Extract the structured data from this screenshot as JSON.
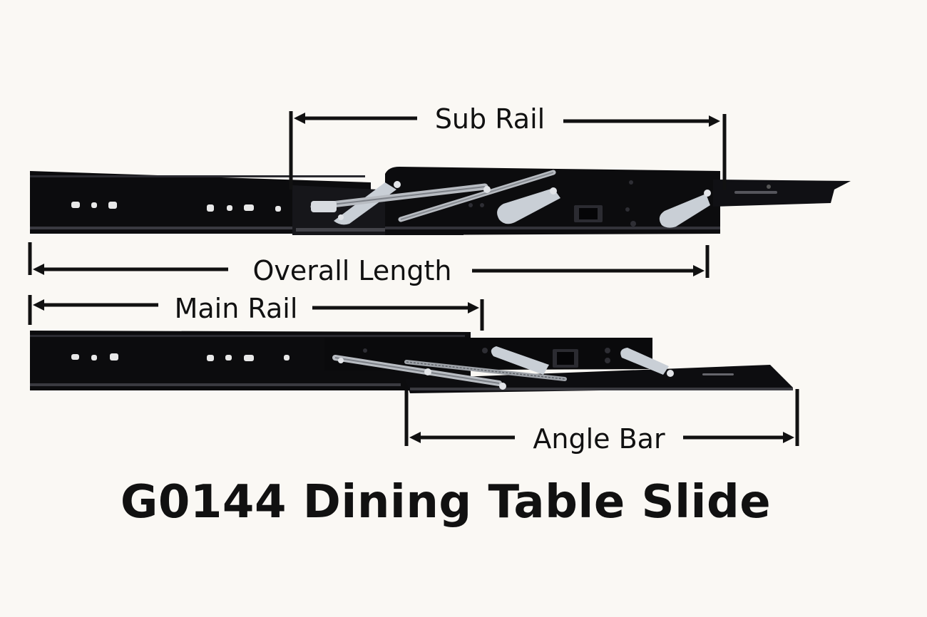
{
  "title": "G0144 Dining Table Slide",
  "dimensions": {
    "sub_rail": "Sub Rail",
    "overall_length": "Overall Length",
    "main_rail": "Main Rail",
    "angle_bar": "Angle Bar"
  },
  "colors": {
    "background": "#faf8f4",
    "rail": "#0c0c0e",
    "rail_highlight": "#3a3a40",
    "hole": "#e8e8e8",
    "spring_rod": "#b8bcc2",
    "link_plate": "#c9cfd6",
    "ink": "#111111"
  }
}
